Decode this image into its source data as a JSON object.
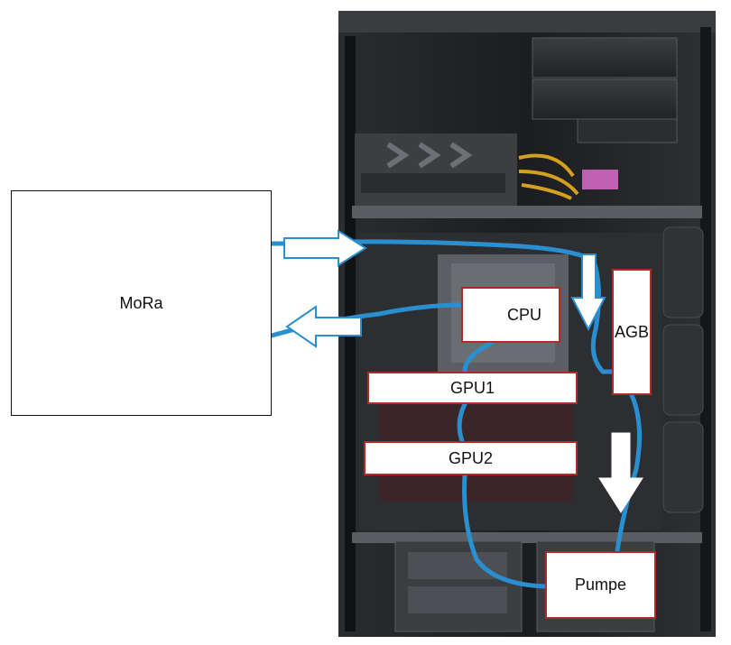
{
  "components": {
    "mora": "MoRa",
    "cpu": "CPU",
    "agb": "AGB",
    "gpu1": "GPU1",
    "gpu2": "GPU2",
    "pumpe": "Pumpe"
  },
  "colors": {
    "tube": "#2a8fd0",
    "box_border": "#b02a2a",
    "arrow_outline": "#2a8fd0",
    "case": "#1d1f22"
  }
}
